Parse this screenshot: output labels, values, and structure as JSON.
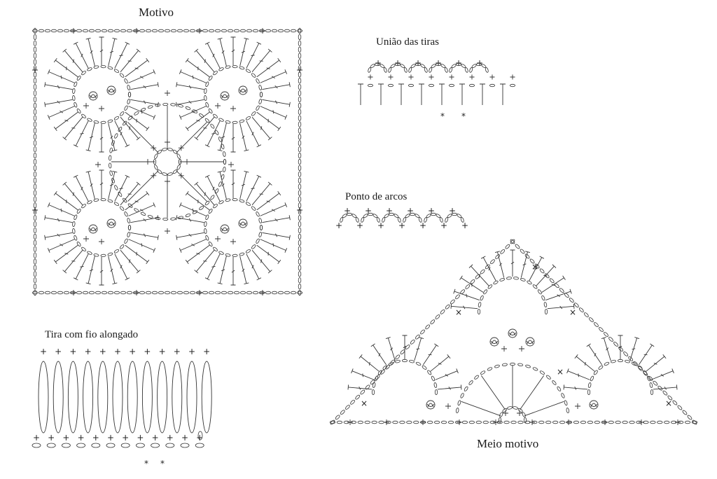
{
  "labels": {
    "motivo": "Motivo",
    "uniao": "União das tiras",
    "ponto_arcos": "Ponto de arcos",
    "tira": "Tira com fio alongado",
    "meio": "Meio motivo"
  },
  "symbols": {
    "sc": "+",
    "star": "*",
    "x": "×"
  },
  "colors": {
    "ink": "#333333",
    "background": "#ffffff"
  }
}
